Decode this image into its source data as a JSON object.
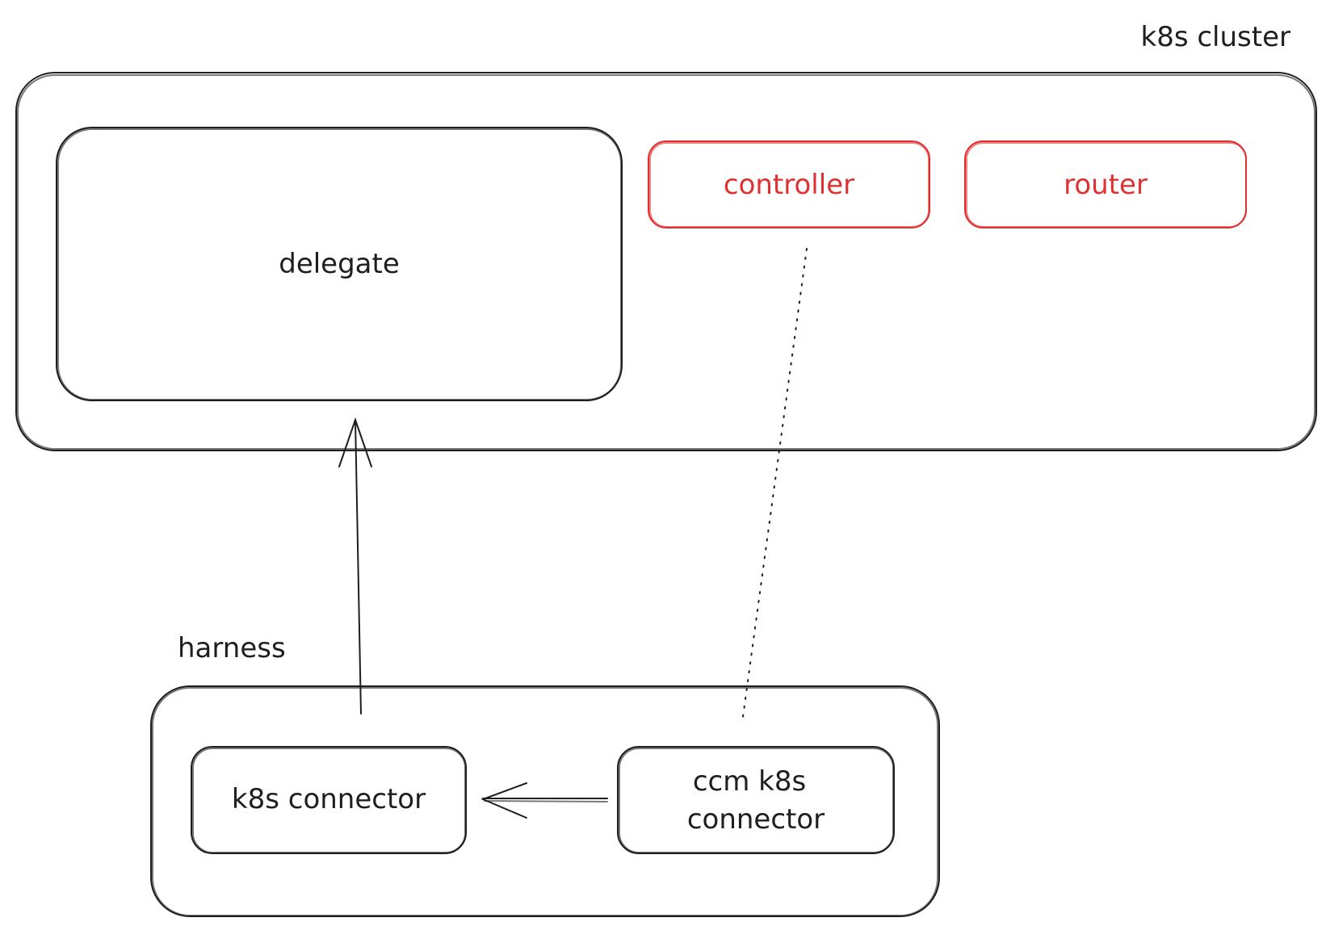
{
  "cluster": {
    "title": "k8s cluster",
    "delegate": "delegate",
    "controller": "controller",
    "router": "router"
  },
  "harness": {
    "title": "harness",
    "k8s_connector": "k8s connector",
    "ccm_connector_line1": "ccm k8s",
    "ccm_connector_line2": "connector"
  },
  "colors": {
    "stroke": "#1e1e1e",
    "accent": "#e03131"
  }
}
